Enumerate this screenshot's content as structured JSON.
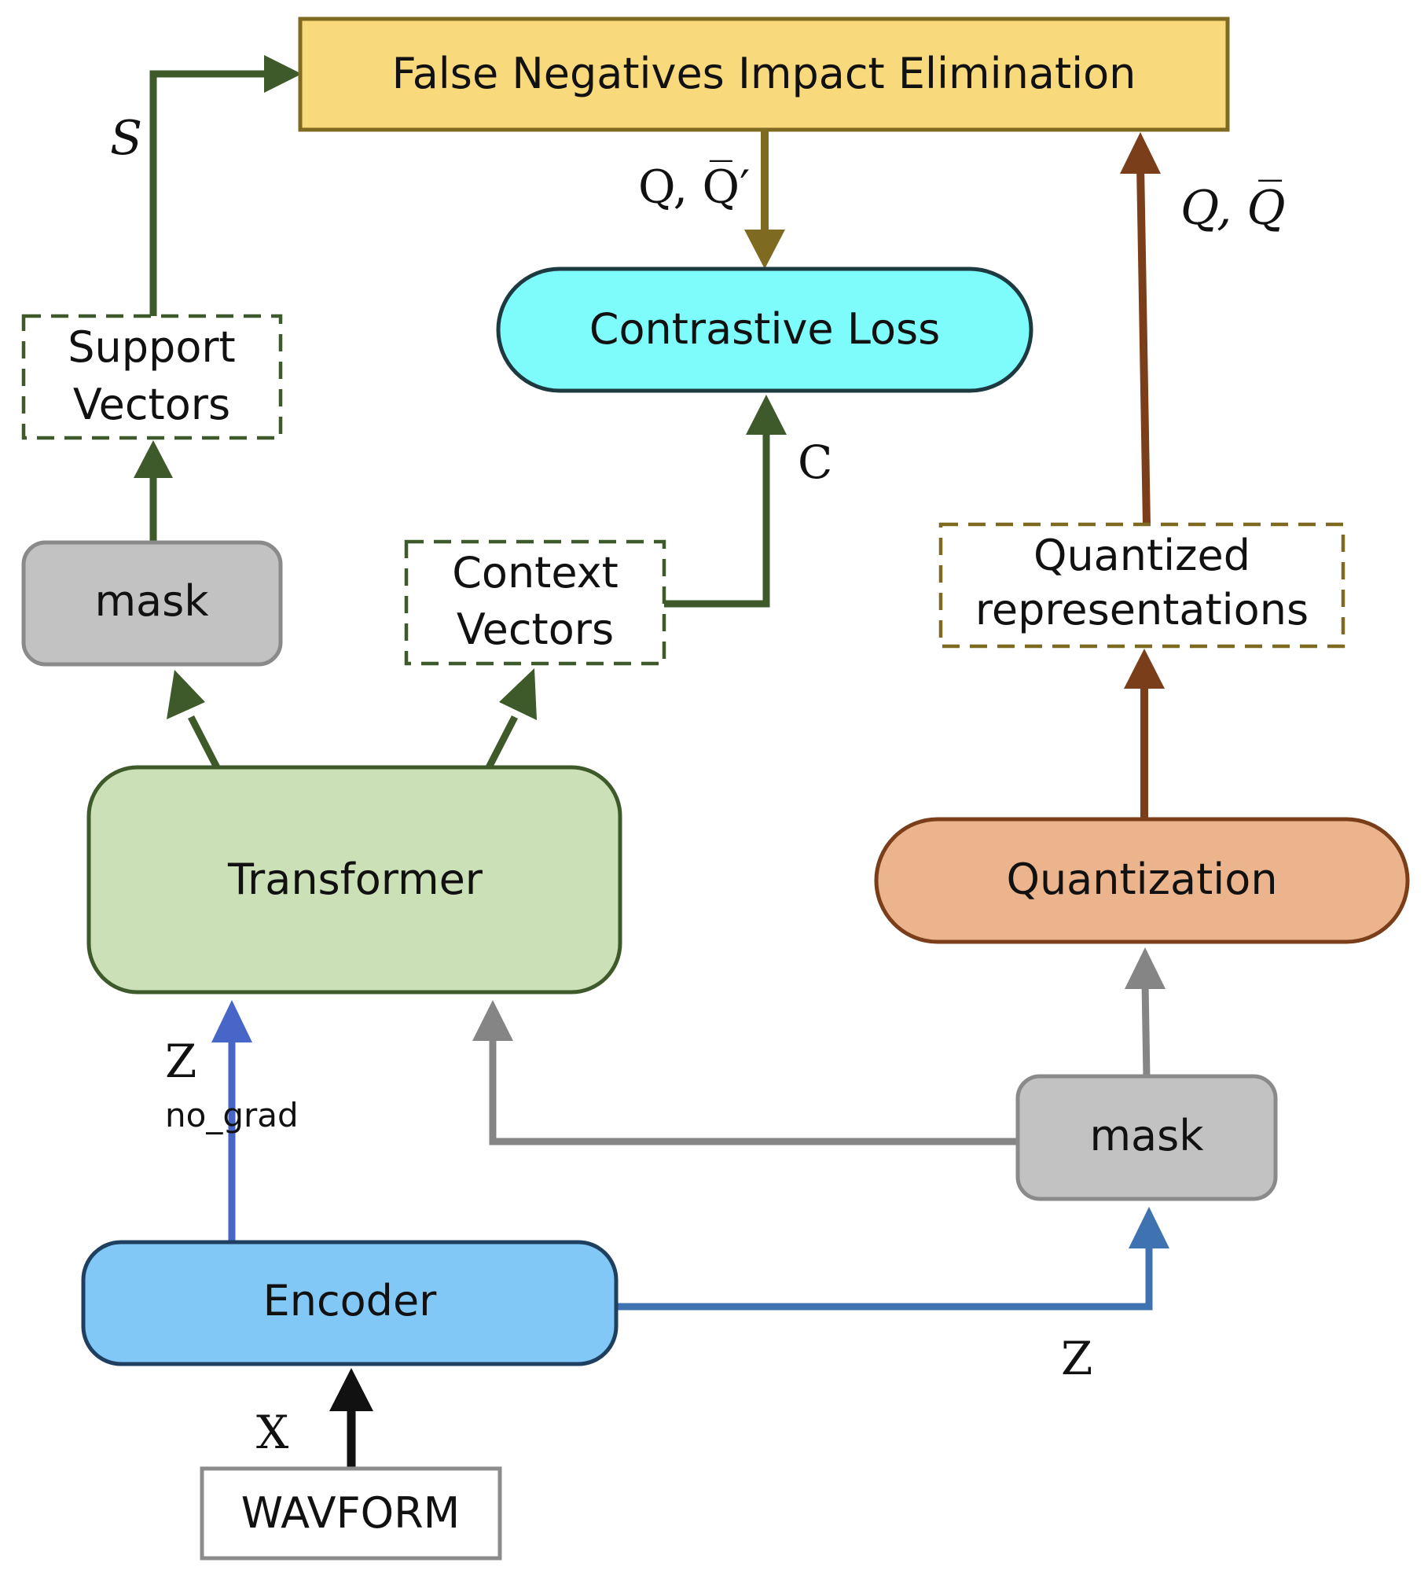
{
  "nodes": {
    "fnie": "False Negatives Impact Elimination",
    "contrastive": "Contrastive Loss",
    "support_1": "Support",
    "support_2": "Vectors",
    "context_1": "Context",
    "context_2": "Vectors",
    "quantized_1": "Quantized",
    "quantized_2": "representations",
    "mask_left": "mask",
    "mask_right": "mask",
    "transformer": "Transformer",
    "quantization": "Quantization",
    "encoder": "Encoder",
    "waveform": "WAVFORM"
  },
  "edge_labels": {
    "s": "S",
    "q_qbar_prime": "Q, Q̅′",
    "q_qbar": "Q, Q̅",
    "c": "C",
    "z_left": "Z",
    "no_grad": "no_grad",
    "z_right": "Z",
    "x": "X"
  },
  "colors": {
    "green_arrow": "#3f5a2a",
    "olive_arrow": "#7f6a22",
    "brown_arrow": "#7b3e1a",
    "blue_arrow": "#4766c8",
    "steel_arrow": "#3f72b0",
    "gray_arrow": "#858585",
    "black_arrow": "#111111",
    "fnie_fill": "#f8d97c",
    "contrastive_fill": "#7efcfb",
    "transformer_fill": "#cbe0b7",
    "quantization_fill": "#ebb48c",
    "encoder_fill": "#82c8f7",
    "mask_fill": "#c2c2c2"
  }
}
